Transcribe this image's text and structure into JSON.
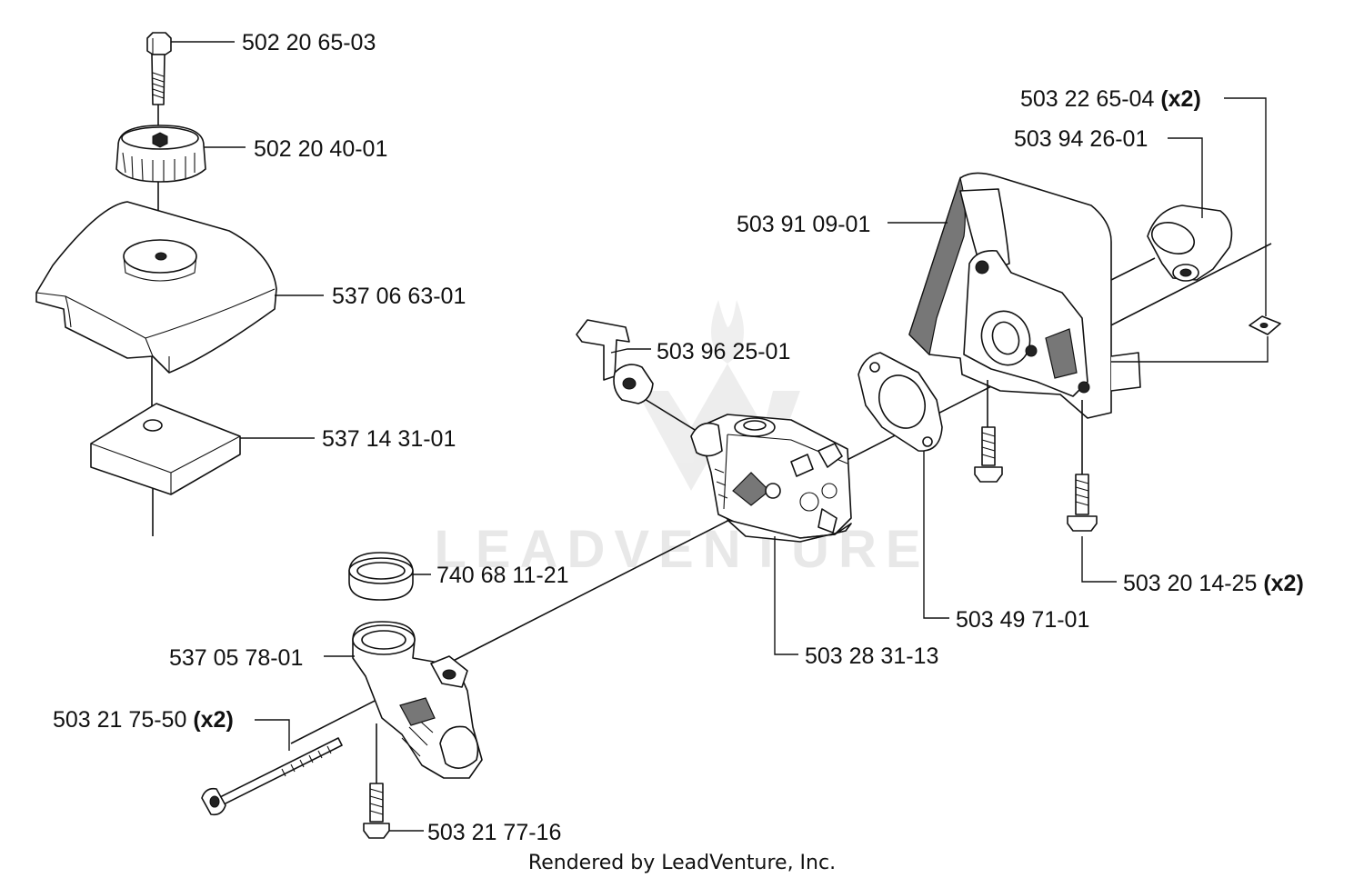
{
  "footer": {
    "text": "Rendered by LeadVenture, Inc."
  },
  "watermark": {
    "text": "LEADVENTURE"
  },
  "callouts": [
    {
      "part_no": "502 20 65-03",
      "qty": ""
    },
    {
      "part_no": "502 20 40-01",
      "qty": ""
    },
    {
      "part_no": "537 06 63-01",
      "qty": ""
    },
    {
      "part_no": "537 14 31-01",
      "qty": ""
    },
    {
      "part_no": "503 96 25-01",
      "qty": ""
    },
    {
      "part_no": "740 68 11-21",
      "qty": ""
    },
    {
      "part_no": "537 05 78-01",
      "qty": ""
    },
    {
      "part_no": "503 21 75-50",
      "qty": "(x2)"
    },
    {
      "part_no": "503 21 77-16",
      "qty": ""
    },
    {
      "part_no": "503 28 31-13",
      "qty": ""
    },
    {
      "part_no": "503 49 71-01",
      "qty": ""
    },
    {
      "part_no": "503 91 09-01",
      "qty": ""
    },
    {
      "part_no": "503 94 26-01",
      "qty": ""
    },
    {
      "part_no": "503 22 65-04",
      "qty": "(x2)"
    },
    {
      "part_no": "503 20 14-25",
      "qty": "(x2)"
    }
  ]
}
